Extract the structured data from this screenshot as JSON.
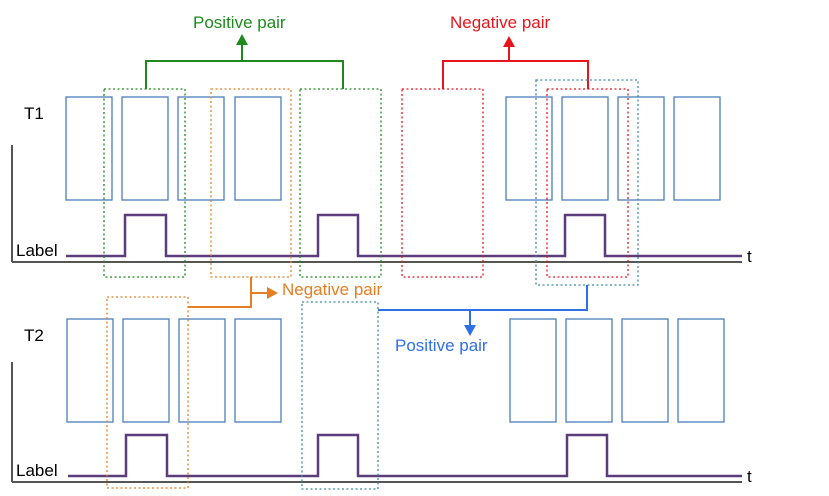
{
  "track1": {
    "name": "T1",
    "label": "Label",
    "axis": "t"
  },
  "track2": {
    "name": "T2",
    "label": "Label",
    "axis": "t"
  },
  "pairs": {
    "t1_positive": "Positive pair",
    "t1_negative": "Negative pair",
    "cross_negative": "Negative pair",
    "cross_positive": "Positive pair"
  },
  "colors": {
    "window": "#4a7ebb",
    "signal": "#5a3d7a",
    "axis": "#555555",
    "green": "#1e8a1e",
    "red": "#e8141c",
    "orange": "#e67e22",
    "blue": "#2f6fe8",
    "teal": "#3a8fa0"
  }
}
